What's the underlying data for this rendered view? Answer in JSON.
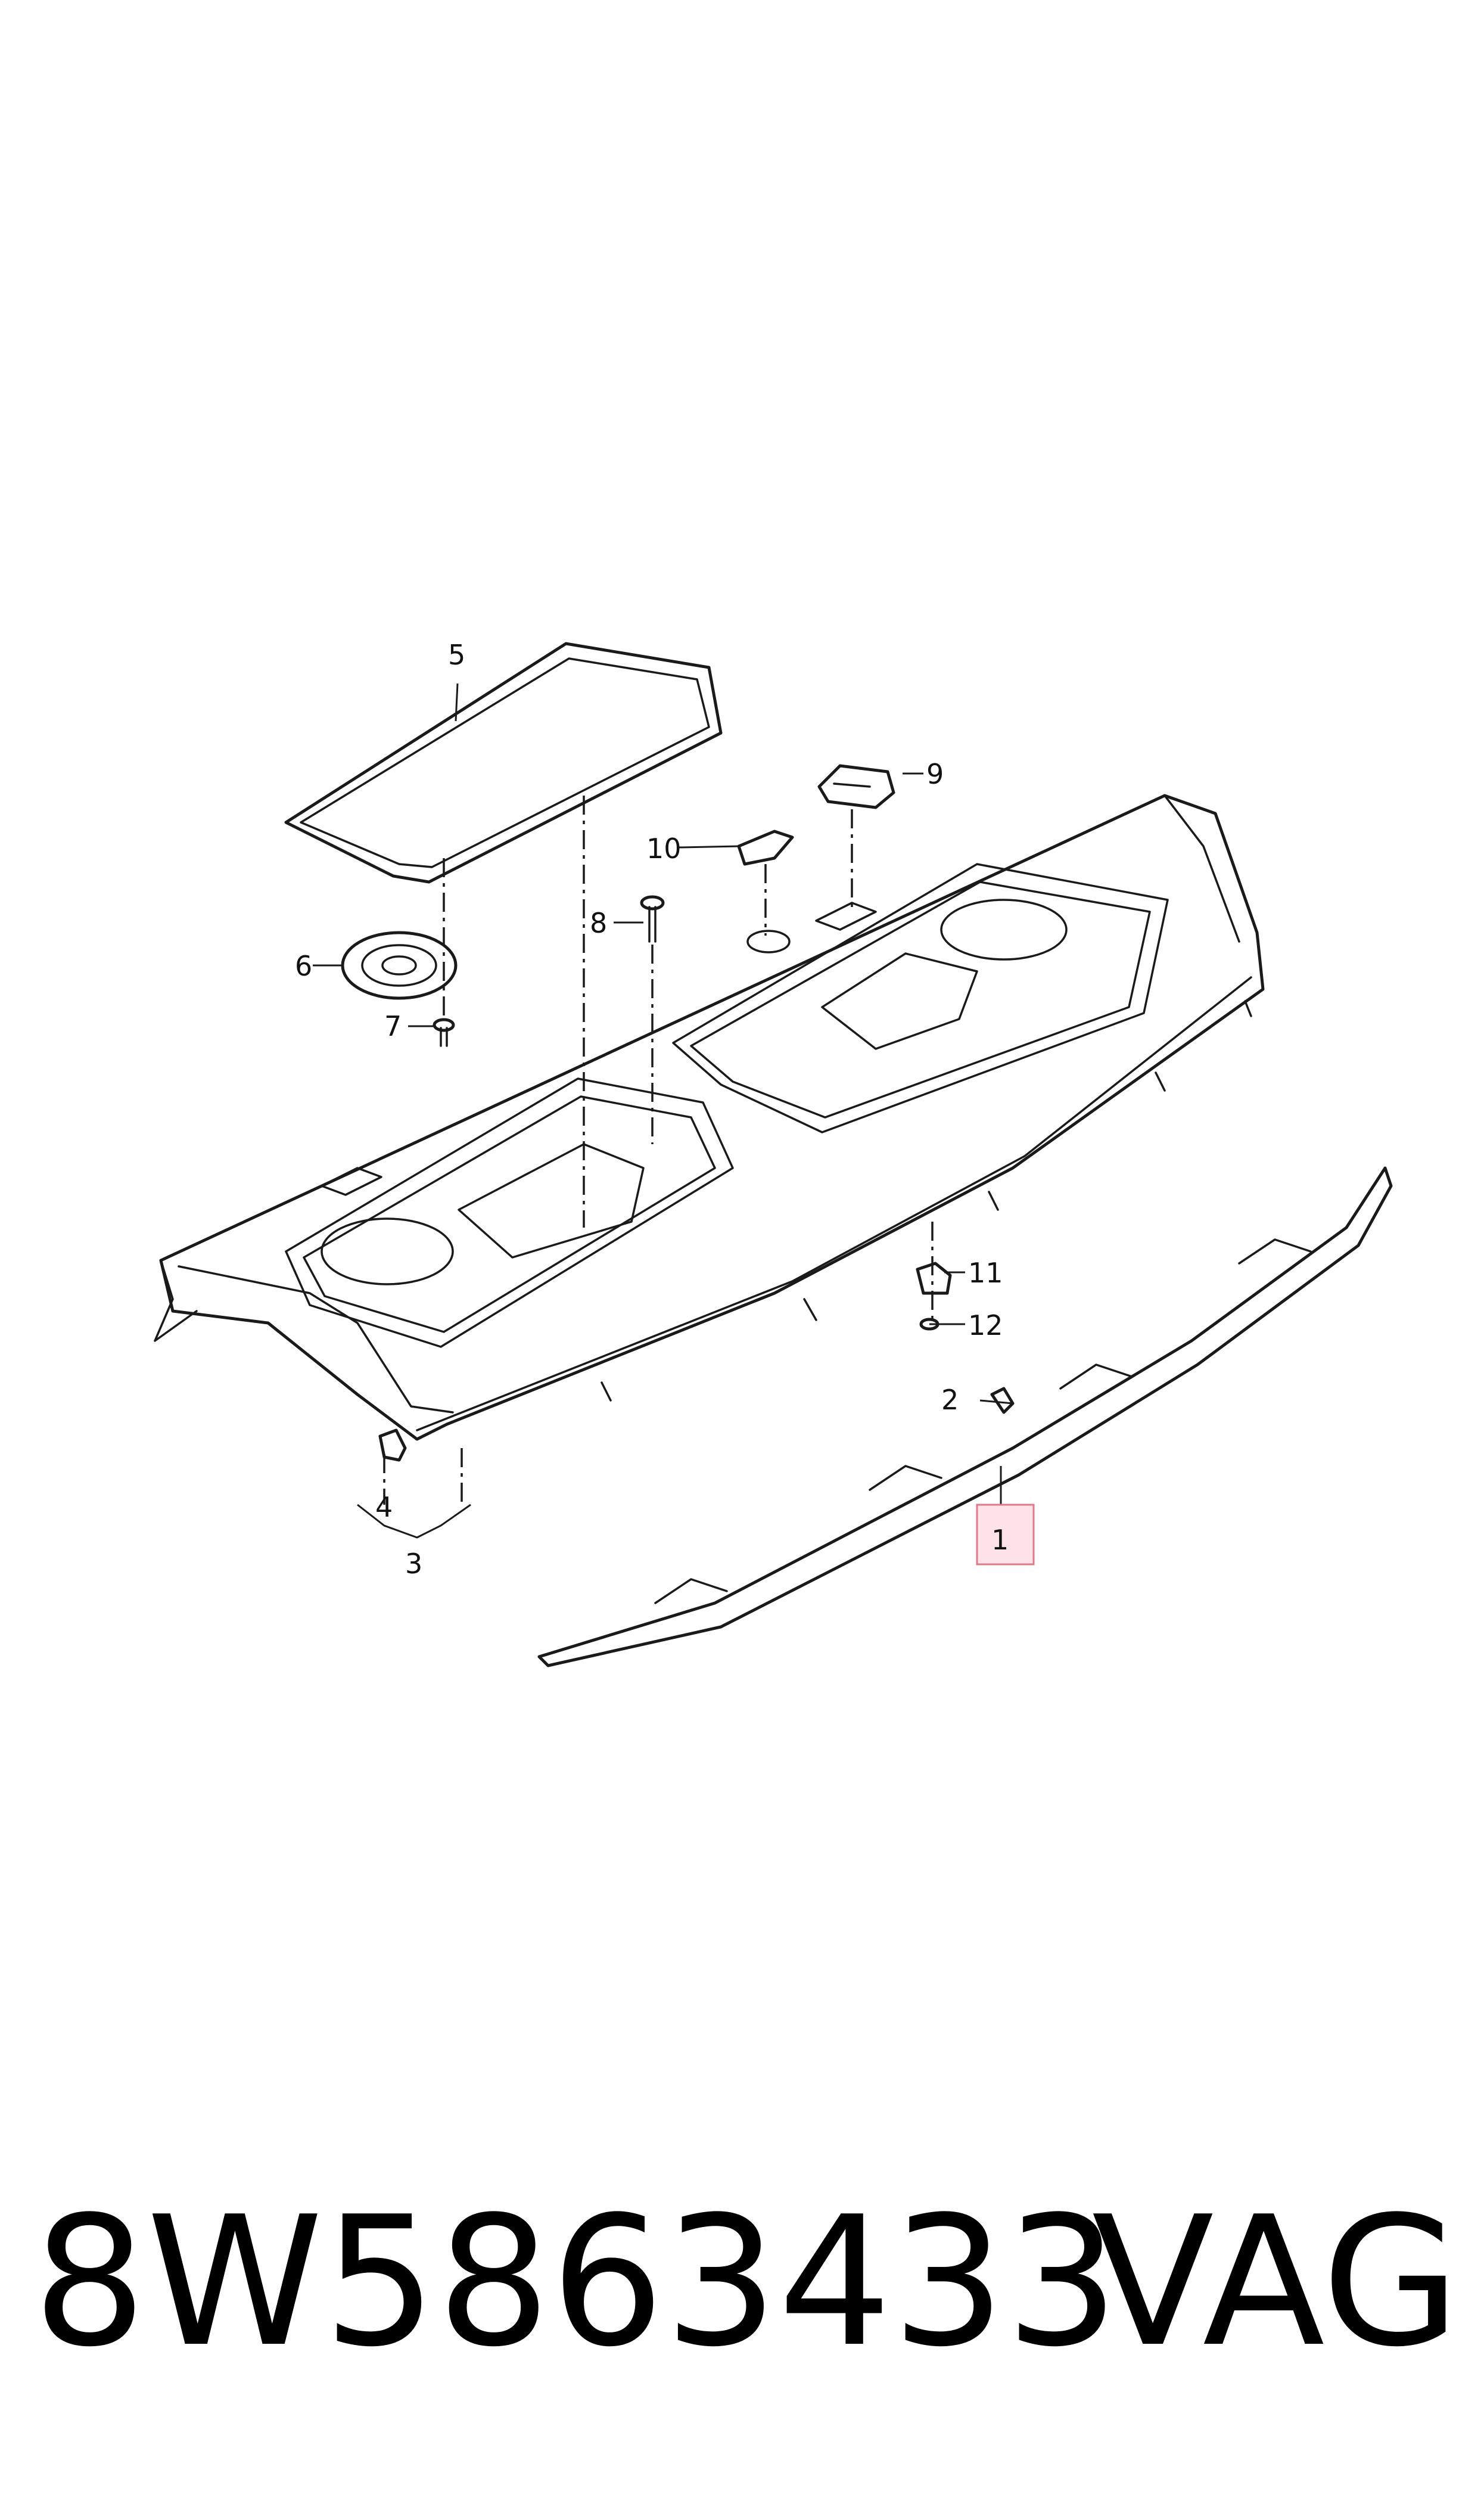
{
  "callouts": {
    "c1": "1",
    "c2": "2",
    "c3": "3",
    "c4": "4",
    "c5": "5",
    "c6": "6",
    "c7": "7",
    "c8": "8",
    "c9": "9",
    "c10": "10",
    "c11": "11",
    "c12": "12"
  },
  "highlighted_callout": "1",
  "highlight_color": "#fde3e8",
  "footer": {
    "part_number": "8W5863433",
    "brand": "VAG"
  }
}
